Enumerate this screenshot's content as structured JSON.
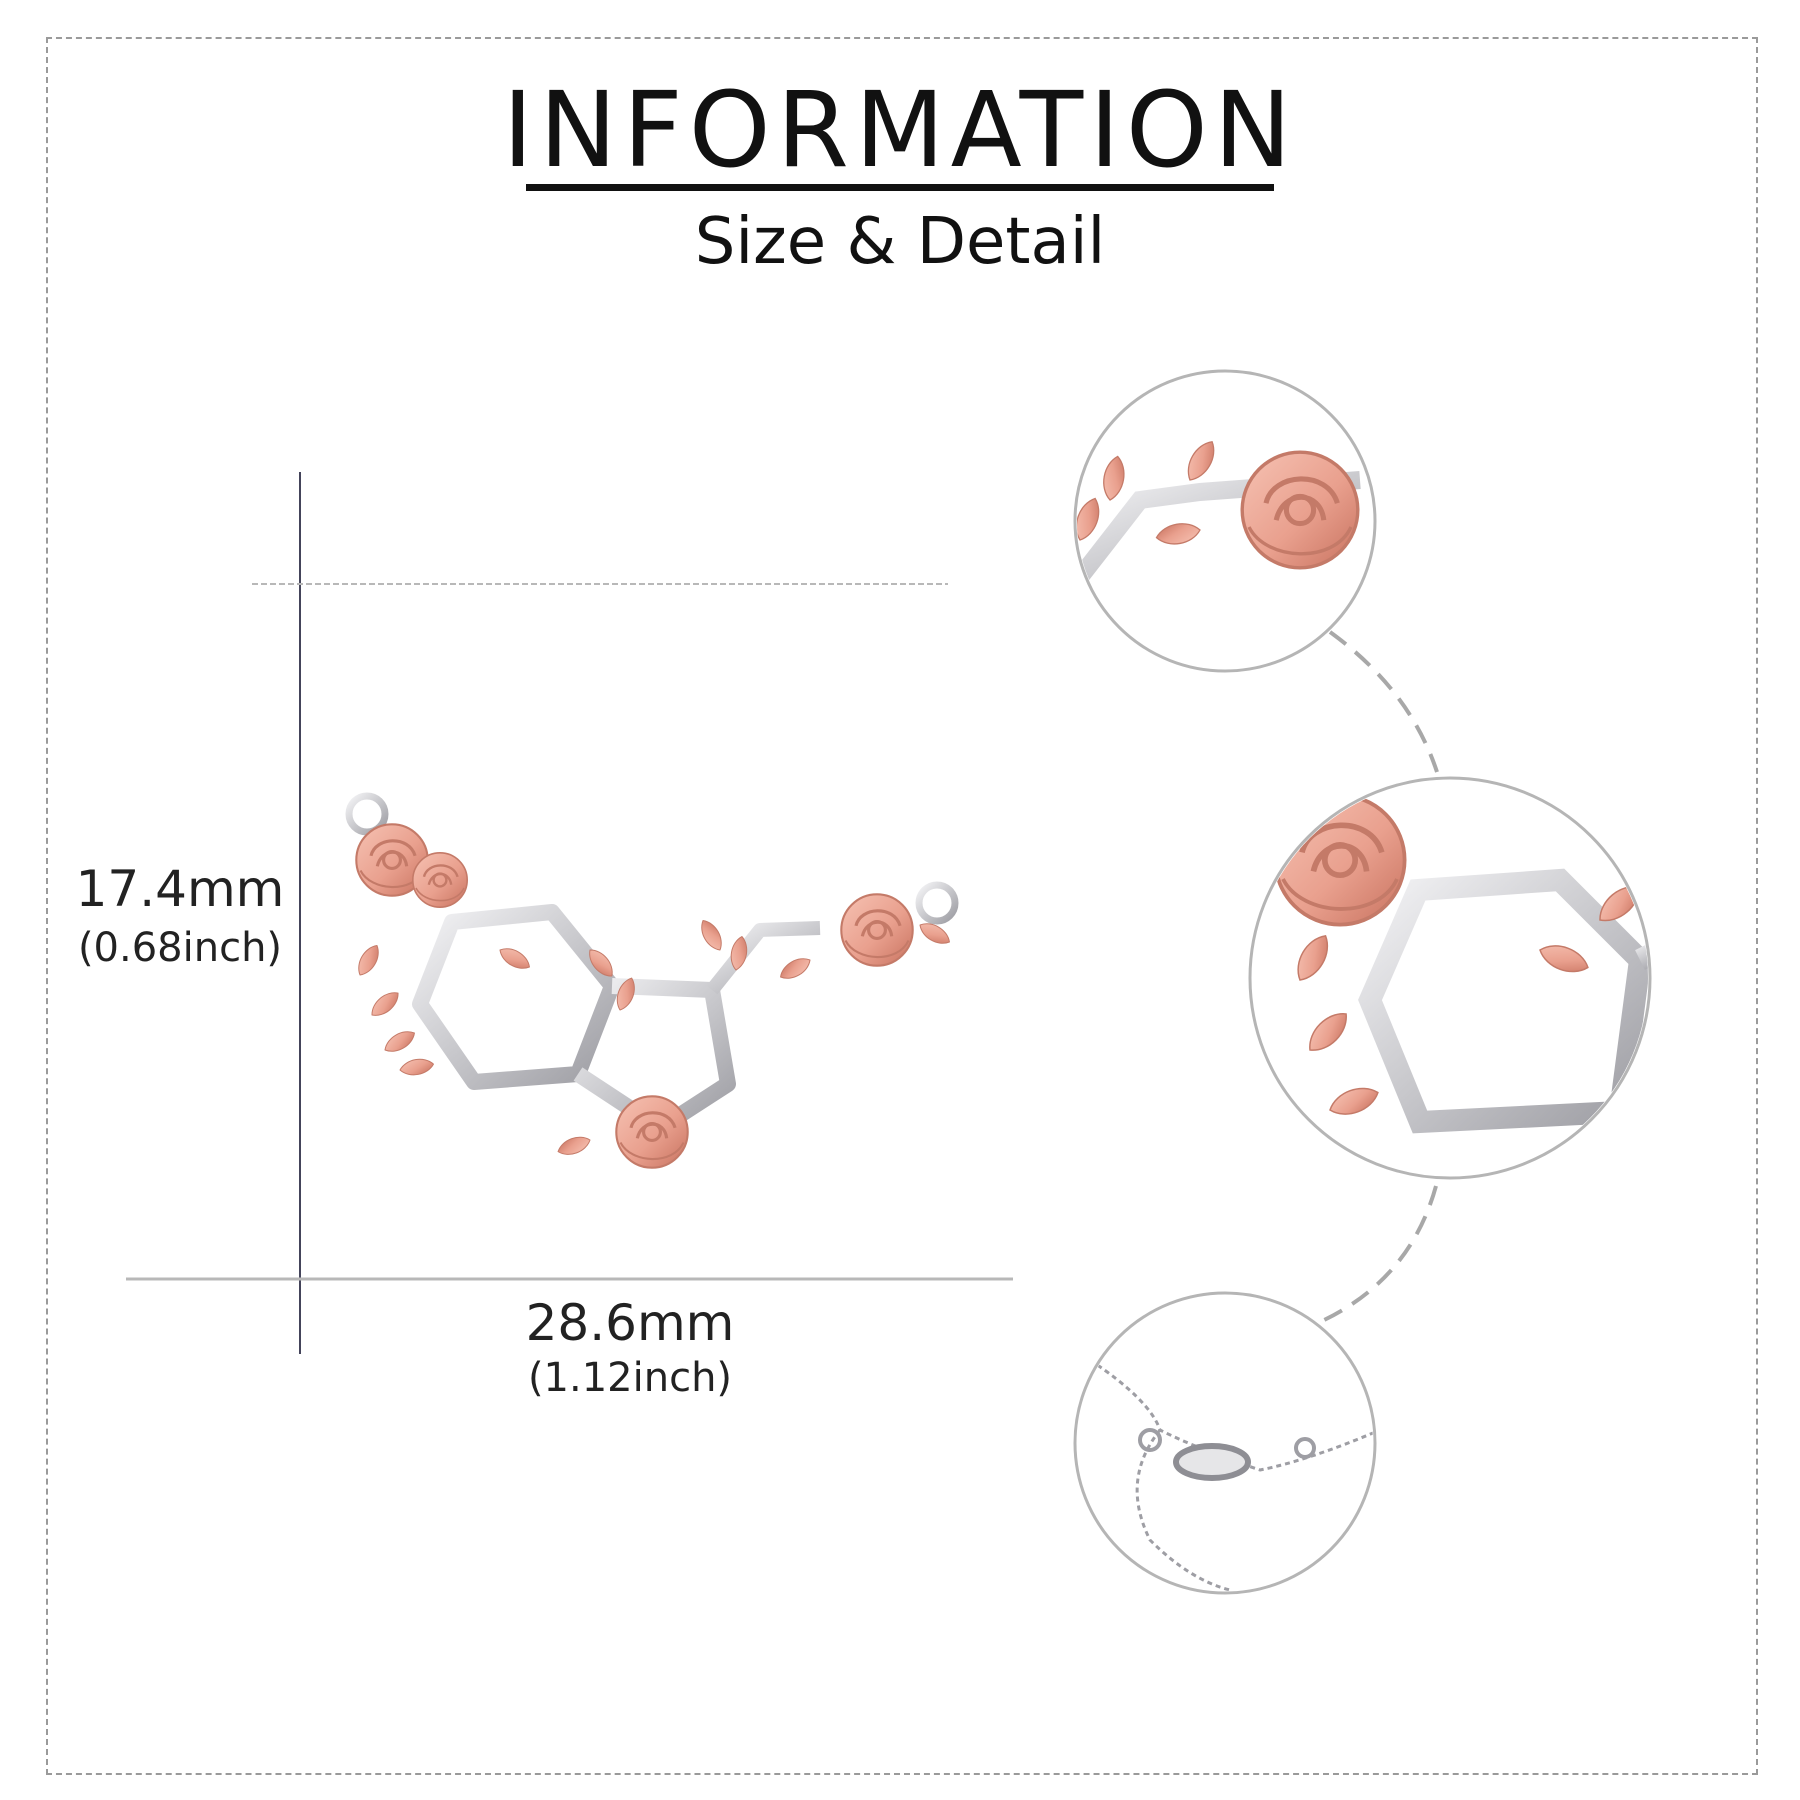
{
  "header": {
    "title": "INFORMATION",
    "subtitle": "Size & Detail"
  },
  "dimensions": {
    "height_mm": "17.4mm",
    "height_inch": "(0.68inch)",
    "width_mm": "28.6mm",
    "width_inch": "(1.12inch)"
  },
  "colors": {
    "silver": "#c8c8cc",
    "rose_gold": "#e9a08e",
    "circle_border": "#b5b5b5",
    "text": "#111111"
  },
  "detail_views": [
    {
      "name": "rose-detail"
    },
    {
      "name": "hexagon-detail"
    },
    {
      "name": "clasp-detail"
    }
  ]
}
